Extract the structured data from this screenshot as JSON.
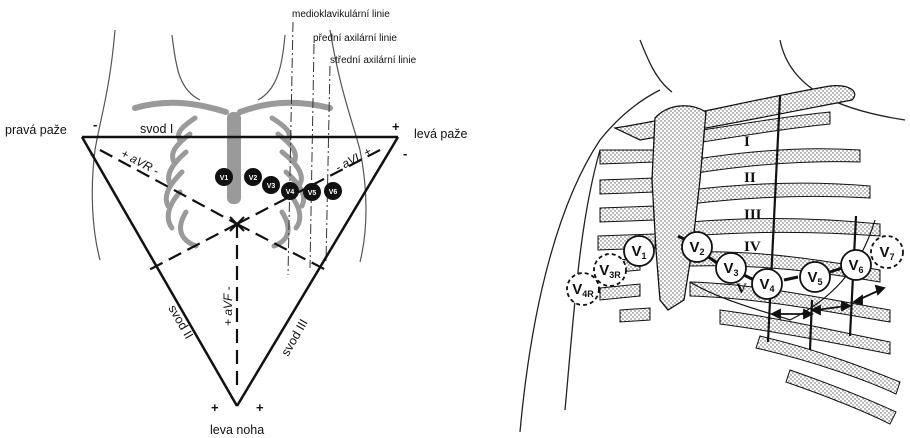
{
  "left_diagram": {
    "midline_labels": [
      "medioklavikulární linie",
      "přední axilární linie",
      "střední axilární linie"
    ],
    "limb_labels": {
      "right_arm": "pravá paže",
      "left_arm": "levá paže",
      "left_leg": "leva noha"
    },
    "bipolar_leads": {
      "lead_I": "svod I",
      "lead_II": "svod II",
      "lead_III": "svod III"
    },
    "augmented_leads": {
      "aVR": "+ aVR -",
      "aVL": "- aVL +",
      "aVF": "+ aVF -"
    },
    "chest_electrodes": [
      "V1",
      "V2",
      "V3",
      "V4",
      "V5",
      "V6"
    ],
    "signs": {
      "minus": "-",
      "plus": "+"
    }
  },
  "right_diagram": {
    "rib_numerals": [
      "I",
      "II",
      "III",
      "IV",
      "V"
    ],
    "electrodes": [
      {
        "main": "V",
        "sub": "1",
        "dashed": false
      },
      {
        "main": "V",
        "sub": "2",
        "dashed": false
      },
      {
        "main": "V",
        "sub": "3",
        "dashed": false
      },
      {
        "main": "V",
        "sub": "4",
        "dashed": false
      },
      {
        "main": "V",
        "sub": "5",
        "dashed": false
      },
      {
        "main": "V",
        "sub": "6",
        "dashed": false
      },
      {
        "main": "V",
        "sub": "7",
        "dashed": true
      },
      {
        "main": "V",
        "sub": "3R",
        "dashed": true
      },
      {
        "main": "V",
        "sub": "4R",
        "dashed": true
      }
    ]
  },
  "colors": {
    "ink": "#111111",
    "bone": "#9a9a9a",
    "stipple": "#cfcfcf"
  }
}
